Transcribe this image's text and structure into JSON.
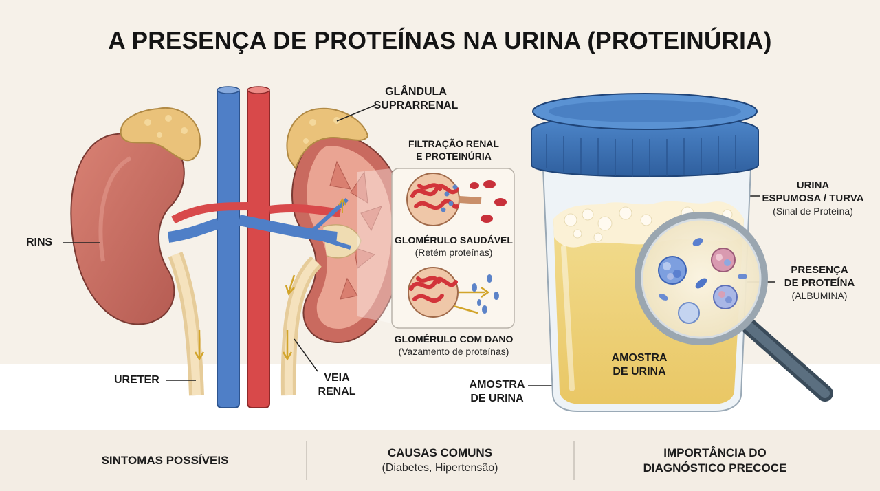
{
  "title": "A PRESENÇA DE PROTEÍNAS NA URINA (PROTEINÚRIA)",
  "labels": {
    "glandula": [
      "GLÂNDULA",
      "SUPRARRENAL"
    ],
    "filtracao": [
      "FILTRAÇÃO RENAL",
      "E PROTEINÚRIA"
    ],
    "rins": "RINS",
    "glomerulo_saudavel": {
      "title": "GLOMÉRULO SAUDÁVEL",
      "sub": "(Retém proteínas)"
    },
    "glomerulo_dano": {
      "title": "GLOMÉRULO COM DANO",
      "sub": "(Vazamento de proteínas)"
    },
    "ureter": "URETER",
    "veia_renal": [
      "VEIA",
      "RENAL"
    ],
    "urina_espumosa": {
      "lines": [
        "URINA",
        "ESPUMOSA / TURVA"
      ],
      "sub": "(Sinal de Proteína)"
    },
    "presenca_proteina": {
      "lines": [
        "PRESENÇA",
        "DE PROTEÍNA"
      ],
      "sub": "(ALBUMINA)"
    },
    "amostra_jar": [
      "AMOSTRA",
      "DE URINA"
    ],
    "amostra_left": [
      "AMOSTRA",
      "DE URINA"
    ]
  },
  "footer": [
    {
      "title": "SINTOMAS POSSÍVEIS",
      "sub": ""
    },
    {
      "title": "CAUSAS COMUNS",
      "sub": "(Diabetes, Hipertensão)"
    },
    {
      "title": "IMPORTÂNCIA DO DIAGNÓSTICO PRECOCE",
      "title_lines": [
        "IMPORTÂNCIA DO",
        "DIAGNÓSTICO PRECOCE"
      ],
      "sub": ""
    }
  ],
  "colors": {
    "kidney": "#c96a5f",
    "adrenal": "#eac27a",
    "vein_blue": "#4f7fc7",
    "artery_red": "#d8494a",
    "ureter": "#efd5a6",
    "lid_blue": "#3a72b8",
    "urine": "#f0d583"
  }
}
